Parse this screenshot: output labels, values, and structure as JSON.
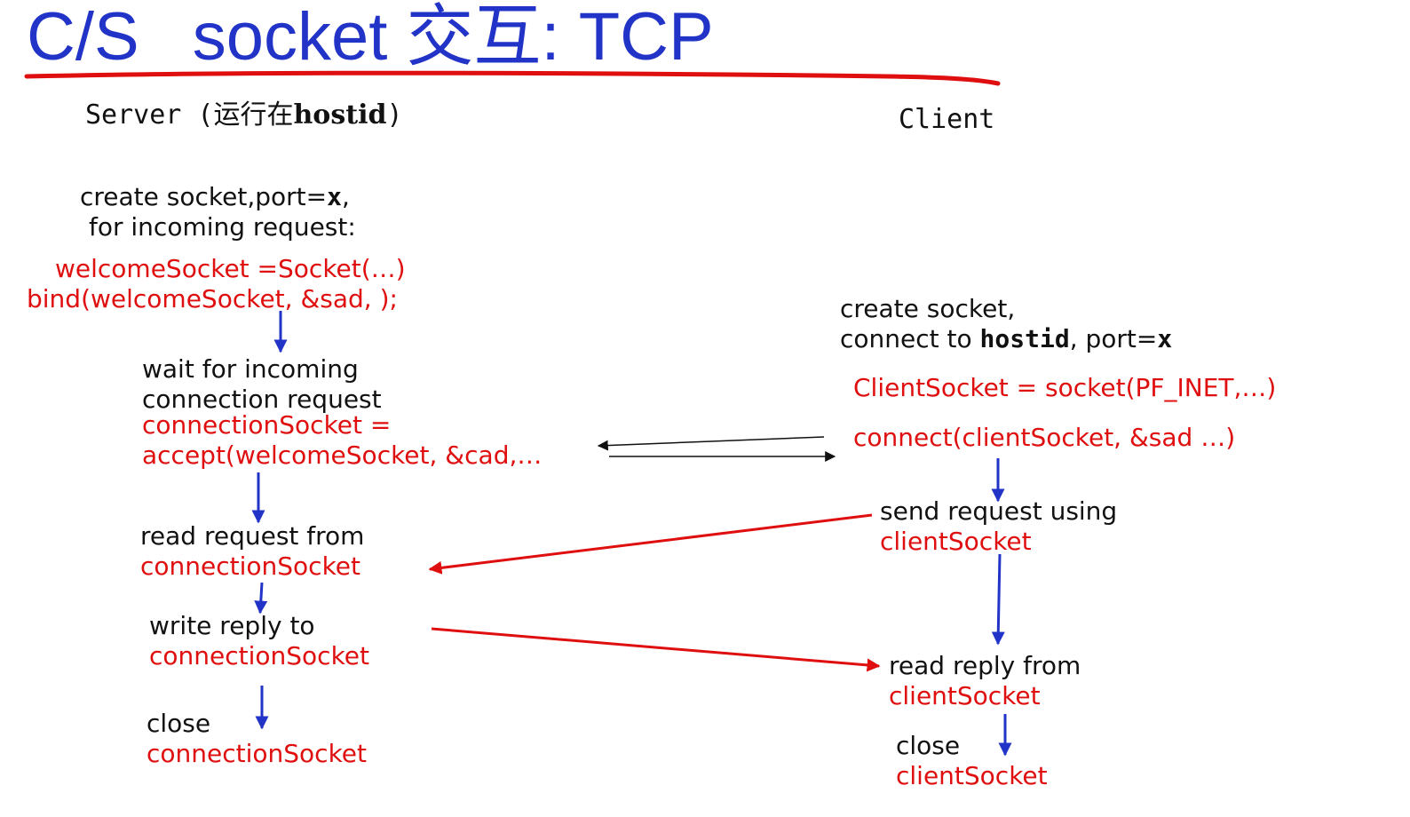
{
  "title": {
    "a": "C/S",
    "b": "socket 交互: TCP",
    "underline_color": "#e00f0f",
    "color": "#2233c8"
  },
  "server": {
    "heading_prefix": "Server (运行在",
    "heading_host": "hostid",
    "heading_suffix": ")",
    "create": {
      "line1_prefix": "create socket,port=",
      "line1_var": "x",
      "line1_suffix": ",",
      "line2": "for incoming request:"
    },
    "welcome_code": "welcomeSocket =Socket(…)",
    "bind_code": "bind(welcomeSocket, &sad, );",
    "wait": {
      "line1": "wait for incoming",
      "line2": "connection request"
    },
    "accept": {
      "line1": "connectionSocket =",
      "line2": "accept(welcomeSocket, &cad,…"
    },
    "read": {
      "line1": "read request from",
      "line2": "connectionSocket"
    },
    "write": {
      "line1": "write reply to",
      "line2": "connectionSocket"
    },
    "close": {
      "line1": "close",
      "line2": "connectionSocket"
    }
  },
  "client": {
    "heading": "Client",
    "create": {
      "line1": "create socket,",
      "line2_prefix": "connect to ",
      "line2_host": "hostid",
      "line2_mid": ", port=",
      "line2_var": "x"
    },
    "socket_code": "ClientSocket = socket(PF_INET,…)",
    "connect_code": "connect(clientSocket, &sad …)",
    "send": {
      "line1": "send request using",
      "line2": "clientSocket"
    },
    "read": {
      "line1": "read reply from",
      "line2": "clientSocket"
    },
    "close": {
      "line1": "close",
      "line2": "clientSocket"
    }
  },
  "colors": {
    "text": "#111111",
    "code": "#e00f0f",
    "flow_arrow": "#2233c8",
    "message_arrow": "#e00f0f",
    "handshake_arrow": "#111111"
  }
}
